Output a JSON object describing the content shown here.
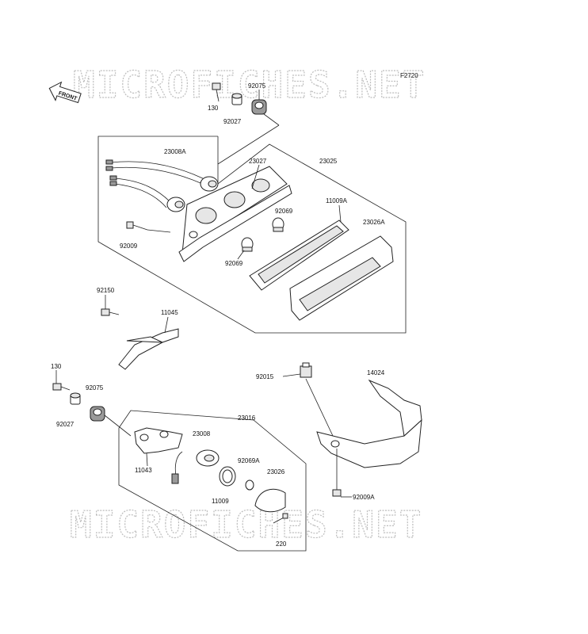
{
  "figure_code": "F2720",
  "watermark": "MICROFICHES.NET",
  "front_arrow_label": "FRONT",
  "parts": {
    "p130_top": "130",
    "p92027_top": "92027",
    "p92075_top": "92075",
    "p23008A": "23008A",
    "p23027": "23027",
    "p23025": "23025",
    "p11009A": "11009A",
    "p92069_a": "92069",
    "p23026A": "23026A",
    "p92009": "92009",
    "p92069_b": "92069",
    "p92150": "92150",
    "p11045": "11045",
    "p130_bottom": "130",
    "p92075_bottom": "92075",
    "p92027_bottom": "92027",
    "p92015": "92015",
    "p14024": "14024",
    "p23016": "23016",
    "p23008": "23008",
    "p11043": "11043",
    "p92069A": "92069A",
    "p23026": "23026",
    "p11009": "11009",
    "p92009A": "92009A",
    "p220": "220"
  }
}
